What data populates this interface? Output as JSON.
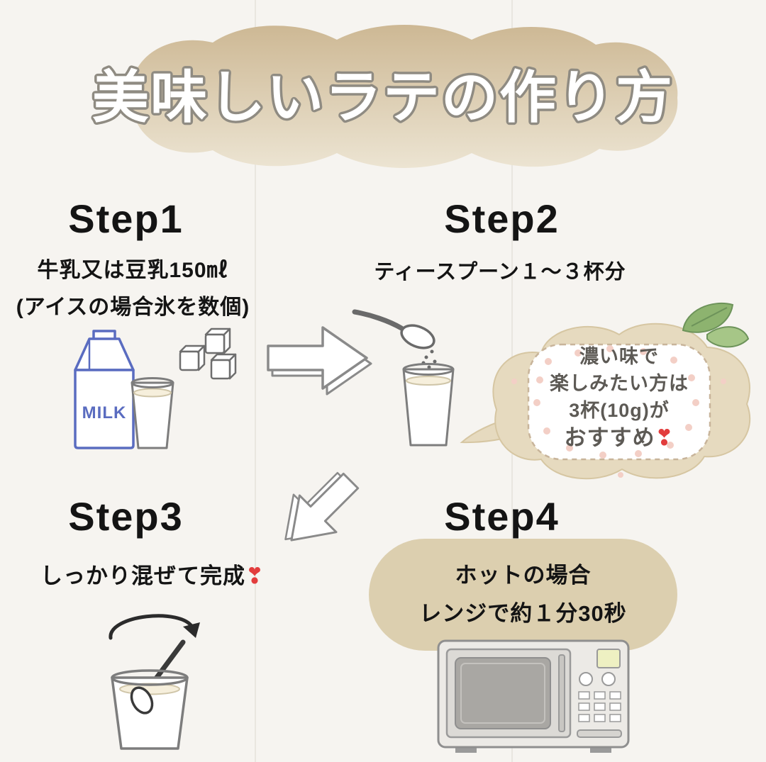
{
  "title": {
    "text": "美味しいラテの作り方"
  },
  "step1": {
    "heading": "Step1",
    "line1": "牛乳又は豆乳150㎖",
    "line2": "(アイスの場合氷を数個)",
    "milk_label": "MILK"
  },
  "step2": {
    "heading": "Step2",
    "line1": "ティースプーン１〜３杯分"
  },
  "bubble": {
    "line1": "濃い味で",
    "line2": "楽しみたい方は",
    "line3": "3杯(10g)が",
    "line4": "おすすめ",
    "heart": "❣"
  },
  "step3": {
    "heading": "Step3",
    "line1": "しっかり混ぜて完成",
    "heart": "❣"
  },
  "step4": {
    "heading": "Step4",
    "line1": "ホットの場合",
    "line2": "レンジで約１分30秒"
  },
  "colors": {
    "banner_top": "#cdb894",
    "banner_bottom": "#ece4d2",
    "bubble_fill": "#e6dabf",
    "pill_fill": "#dccfaf",
    "milk_blue": "#5a6cc0",
    "heart_red": "#e23c3c",
    "leaf_green": "#8db36f"
  }
}
